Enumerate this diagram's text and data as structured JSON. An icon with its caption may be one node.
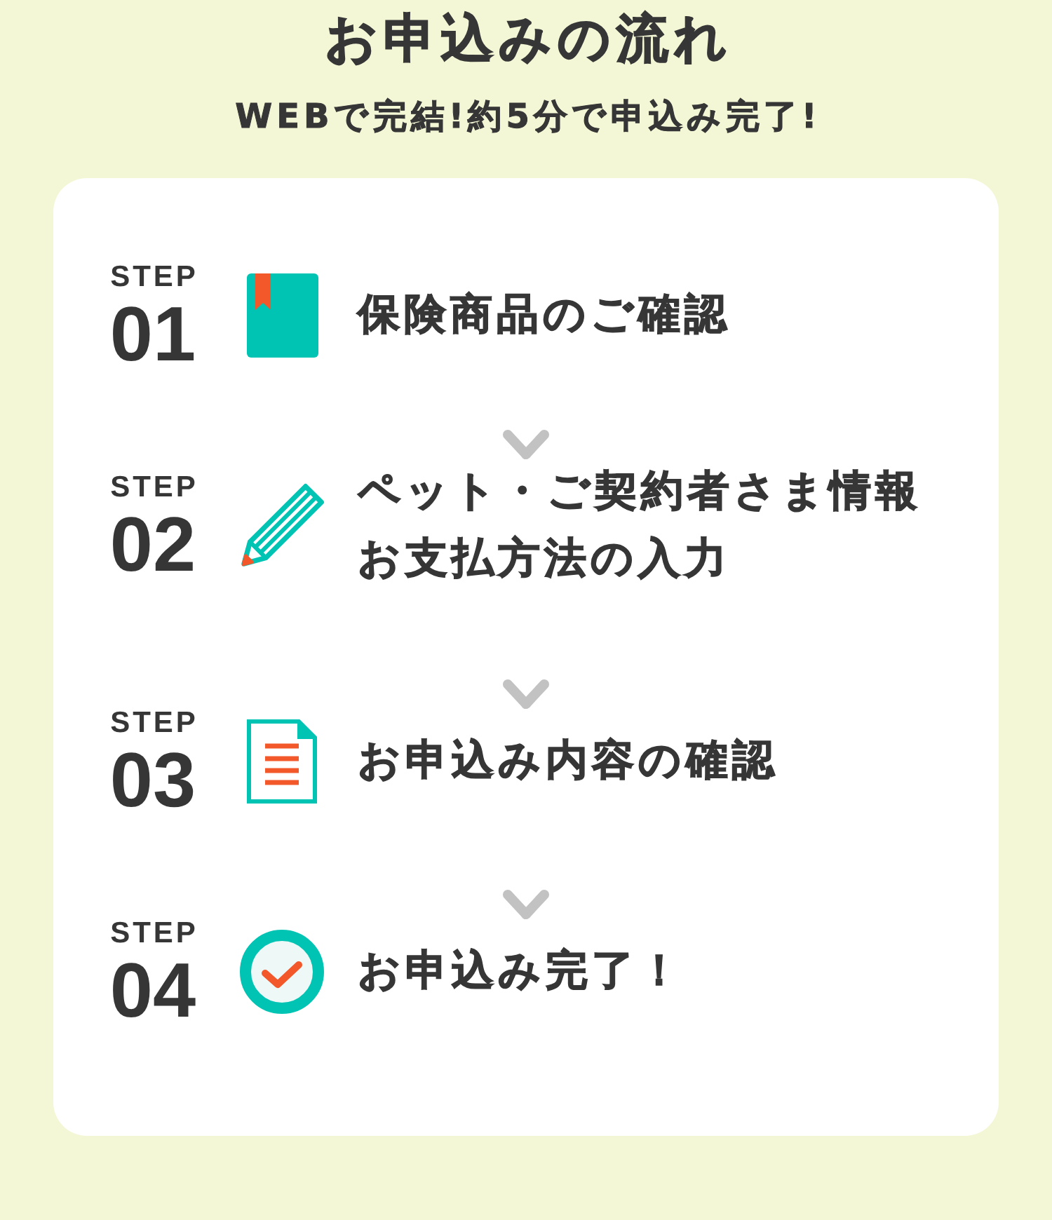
{
  "diagram": {
    "title": "お申込みの流れ",
    "nodes": [
      {
        "text": [
          "STEP",
          "01",
          "保険商品のご確認"
        ]
      },
      {
        "text": [
          "STEP",
          "02",
          "ペット・ご契約者さま情報お支払方法の入力"
        ]
      },
      {
        "text": [
          "STEP",
          "03",
          "お申込み内容の確認"
        ]
      },
      {
        "text": [
          "STEP",
          "04",
          "お申込み完了！"
        ]
      }
    ],
    "edges": [
      {
        "from": 0,
        "to": 1,
        "arrow": "to"
      },
      {
        "from": 1,
        "to": 2,
        "arrow": "to"
      },
      {
        "from": 2,
        "to": 3,
        "arrow": "to"
      }
    ],
    "labels": [
      "WEBで完結!約5分で申込み完了!"
    ]
  }
}
